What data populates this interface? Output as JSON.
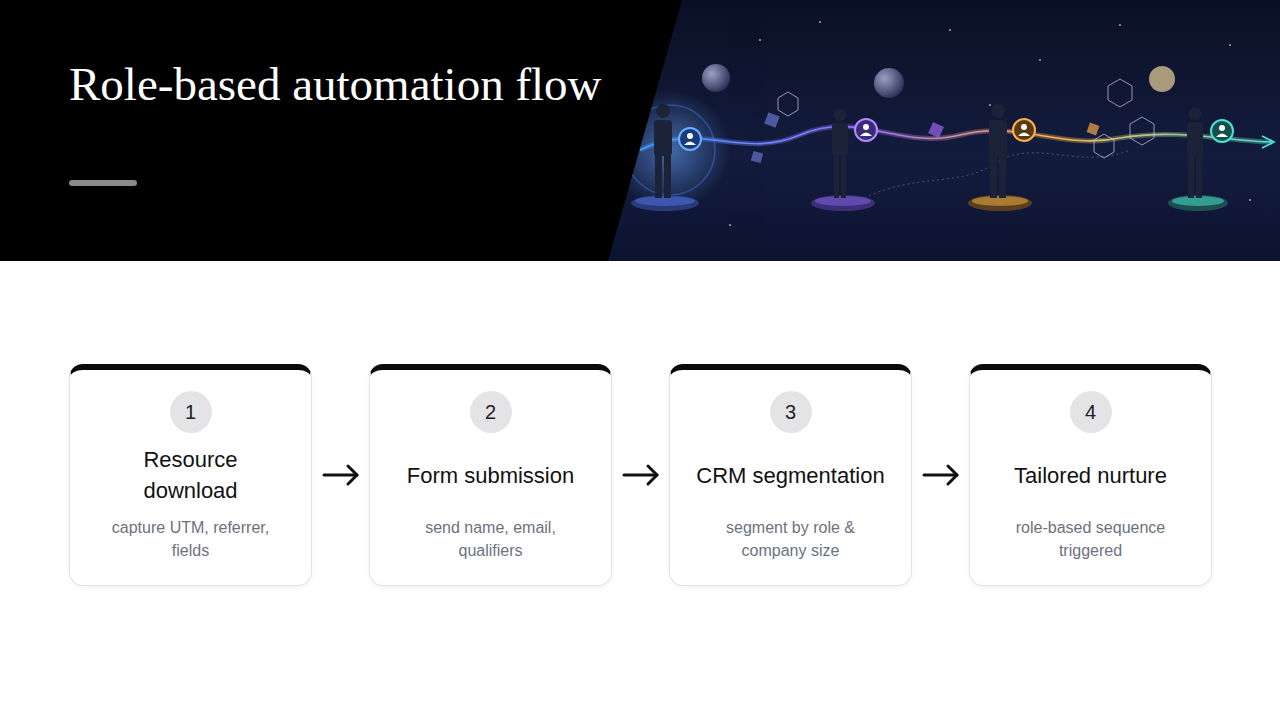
{
  "diagram": {
    "title": "Role-based automation flow",
    "nodes": [
      {
        "text": [
          "Resource download",
          "capture UTM, referrer, fields"
        ]
      },
      {
        "text": [
          "1"
        ],
        "in": 0
      },
      {
        "text": [
          "Form submission",
          "send name, email, qualifiers"
        ]
      },
      {
        "text": [
          "2"
        ],
        "in": 2
      },
      {
        "text": [
          "CRM segmentation",
          "segment by role & company size"
        ]
      },
      {
        "text": [
          "3"
        ],
        "in": 4
      },
      {
        "text": [
          "Tailored nurture",
          "role-based sequence triggered"
        ]
      },
      {
        "text": [
          "4"
        ],
        "in": 6
      }
    ],
    "edges": [
      {
        "from": 0,
        "to": 2,
        "arrow": "to"
      },
      {
        "from": 2,
        "to": 4,
        "arrow": "to"
      },
      {
        "from": 4,
        "to": 6,
        "arrow": "to"
      }
    ]
  }
}
